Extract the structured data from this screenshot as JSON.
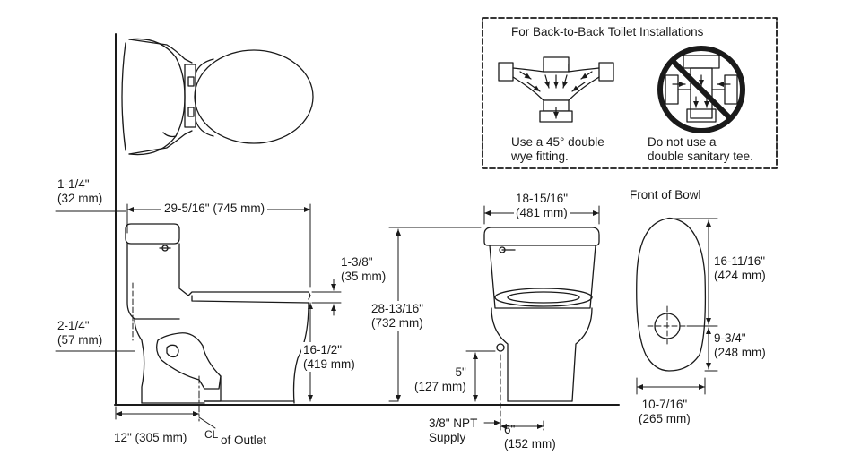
{
  "backtoback": {
    "title": "For Back-to-Back Toilet Installations",
    "do_line1": "Use a 45° double",
    "do_line2": "wye fitting.",
    "dont_line1": "Do not use a",
    "dont_line2": "double sanitary tee."
  },
  "side_view": {
    "dim_top_offset_in": "1-1/4\"",
    "dim_top_offset_mm": "(32 mm)",
    "dim_length": "29-5/16\" (745 mm)",
    "dim_seat_gap_in": "1-3/8\"",
    "dim_seat_gap_mm": "(35 mm)",
    "dim_inlet_in": "2-1/4\"",
    "dim_inlet_mm": "(57 mm)",
    "dim_rim_height_in": "16-1/2\"",
    "dim_rim_height_mm": "(419 mm)",
    "dim_rough_in": "12\" (305 mm)",
    "centerline_symbol": "CL",
    "centerline_label": "of Outlet"
  },
  "front_view": {
    "dim_width_in": "18-15/16\"",
    "dim_width_mm": "(481 mm)",
    "dim_height_in": "28-13/16\"",
    "dim_height_mm": "(732 mm)",
    "dim_supply_height_in": "5\"",
    "dim_supply_height_mm": "(127 mm)",
    "supply_line1": "3/8\" NPT",
    "supply_line2": "Supply",
    "dim_supply_offset_in": "6\"",
    "dim_supply_offset_mm": "(152 mm)"
  },
  "bowl_view": {
    "title": "Front of Bowl",
    "dim_length_in": "16-11/16\"",
    "dim_length_mm": "(424 mm)",
    "dim_hole_in": "9-3/4\"",
    "dim_hole_mm": "(248 mm)",
    "dim_width_in": "10-7/16\"",
    "dim_width_mm": "(265 mm)"
  }
}
